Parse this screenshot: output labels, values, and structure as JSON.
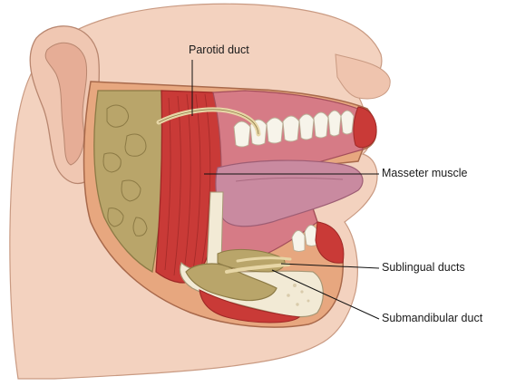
{
  "labels": {
    "parotid_duct": "Parotid duct",
    "masseter_muscle": "Masseter muscle",
    "sublingual_ducts": "Sublingual ducts",
    "submandibular_duct": "Submandibular duct"
  },
  "colors": {
    "skin": "#f3d2bf",
    "skin_shadow": "#e2ab93",
    "gland": "#b9a56a",
    "gland_dark": "#8c7a45",
    "muscle": "#c93a37",
    "muscle_dark": "#9e2826",
    "tongue": "#c98aa0",
    "mucosa": "#d67b86",
    "bone": "#f2ead5",
    "teeth": "#f7f4ea",
    "gum": "#e06a78",
    "duct": "#e7d6a6"
  }
}
